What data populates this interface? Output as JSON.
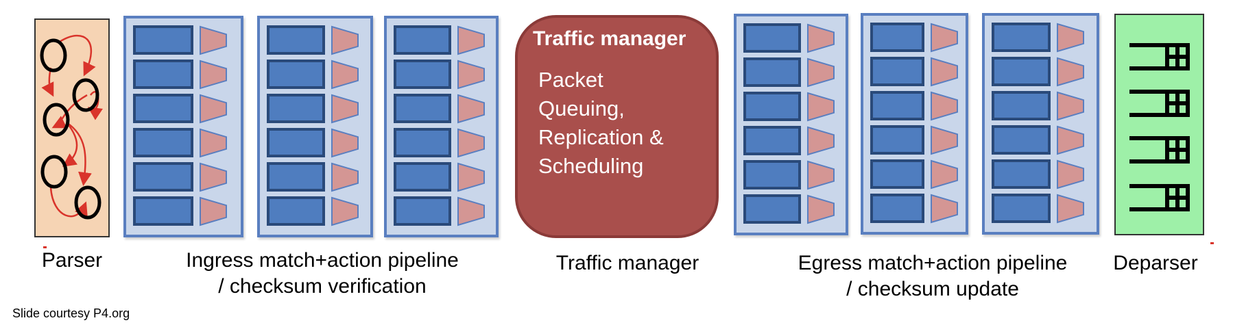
{
  "traffic_manager_box": {
    "title": "Traffic manager",
    "body": "Packet\nQueuing,\nReplication &\nScheduling"
  },
  "labels": {
    "parser": "Parser",
    "ingress": "Ingress match+action pipeline\n/ checksum verification",
    "traffic_manager": "Traffic manager",
    "egress": "Egress match+action pipeline\n/ checksum update",
    "deparser": "Deparser"
  },
  "footnote": "Slide courtesy P4.org",
  "colors": {
    "stage_fill": "#c9d6ea",
    "stage_border": "#5a7fc0",
    "table_fill": "#4f7dbf",
    "action_fill": "#d49694",
    "parser_fill": "#f6d4b4",
    "deparser_fill": "#9ef0a8",
    "traffic_manager_fill": "#a94f4c",
    "parser_arrow": "#d9342b"
  }
}
